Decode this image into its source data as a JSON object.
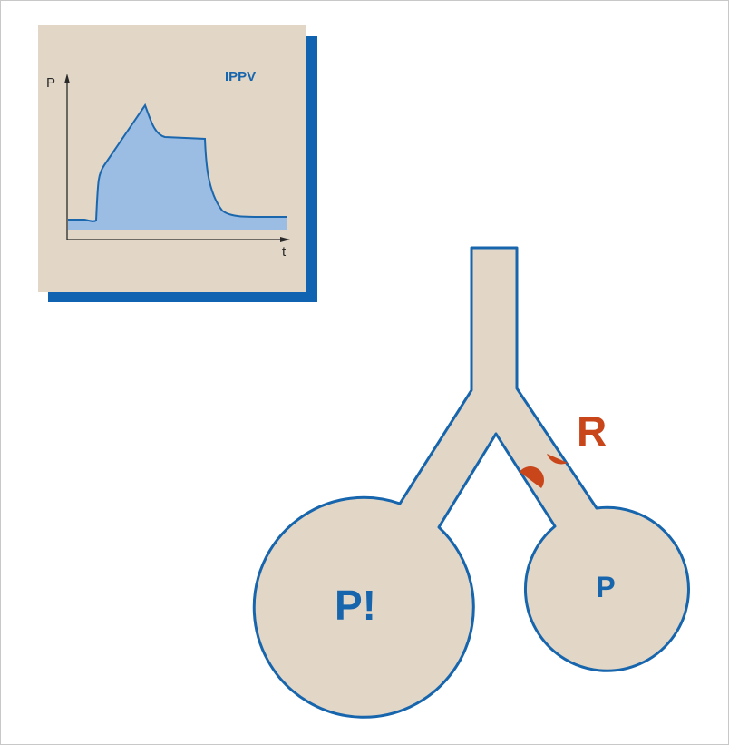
{
  "colors": {
    "panel_bg": "#e2d6c6",
    "panel_shadow": "#0f63b0",
    "airway_fill": "#e2d6c6",
    "airway_stroke": "#1665ad",
    "curve_fill": "#9cbde3",
    "curve_stroke": "#1b67ae",
    "label_blue": "#1665ad",
    "resistance_red": "#c9461b",
    "axis": "#2a2a2a"
  },
  "inset": {
    "mode_label": "IPPV",
    "y_axis_label": "P",
    "x_axis_label": "t"
  },
  "lung": {
    "left_alveolus_label": "P!",
    "right_alveolus_label": "P",
    "resistance_label": "R"
  }
}
